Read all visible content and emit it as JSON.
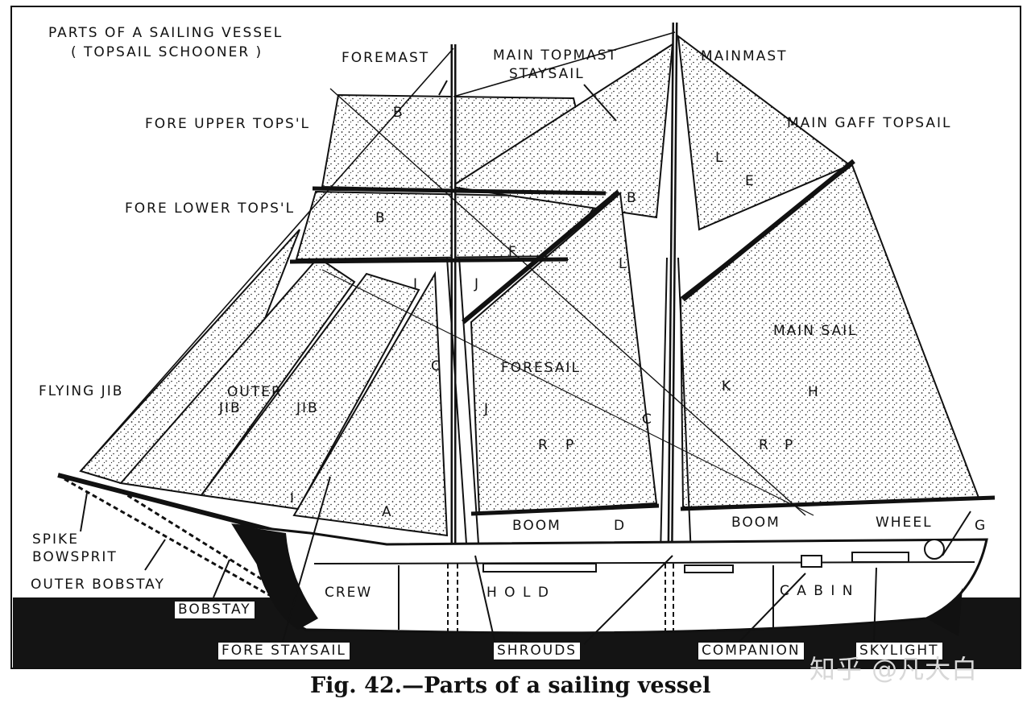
{
  "title_line1": "PARTS OF A SAILING VESSEL",
  "title_line2": "( TOPSAIL SCHOONER )",
  "labels": {
    "foremast": "FOREMAST",
    "main_topmast_staysail_1": "MAIN TOPMAST",
    "main_topmast_staysail_2": "STAYSAIL",
    "mainmast": "MAINMAST",
    "fore_upper_topsl": "FORE UPPER TOPS'L",
    "main_gaff_topsail": "MAIN GAFF TOPSAIL",
    "fore_lower_topsl": "FORE LOWER TOPS'L",
    "mainsail": "MAIN SAIL",
    "foresail": "FORESAIL",
    "flying_jib": "FLYING JIB",
    "outer_jib_1": "OUTER",
    "outer_jib_2": "JIB",
    "jib": "JIB",
    "boom_fore": "BOOM",
    "boom_main": "BOOM",
    "wheel": "WHEEL",
    "spike_bowsprit_1": "SPIKE",
    "spike_bowsprit_2": "BOWSPRIT",
    "outer_bobstay": "OUTER BOBSTAY",
    "bobstay": "BOBSTAY",
    "crew": "CREW",
    "hold": "H O L D",
    "cabin": "C A B I N",
    "fore_staysail": "FORE STAYSAIL",
    "shrouds": "SHROUDS",
    "companion": "COMPANION",
    "skylight": "SKYLIGHT"
  },
  "letters": {
    "b1": "B",
    "b2": "B",
    "b3": "B",
    "l1": "L",
    "l2": "L",
    "e": "E",
    "f": "F",
    "i1": "I",
    "i2": "I",
    "j1": "J",
    "j2": "J",
    "c1": "C",
    "c2": "C",
    "k": "K",
    "h": "H",
    "r1": "R",
    "p1": "P",
    "r2": "R",
    "p2": "P",
    "a": "A",
    "d": "D",
    "g": "G"
  },
  "caption": "Fig. 42.—Parts of a sailing vessel",
  "watermark": "知乎 @凡大白",
  "colors": {
    "ink": "#111111",
    "paper": "#ffffff",
    "water": "#141414"
  }
}
